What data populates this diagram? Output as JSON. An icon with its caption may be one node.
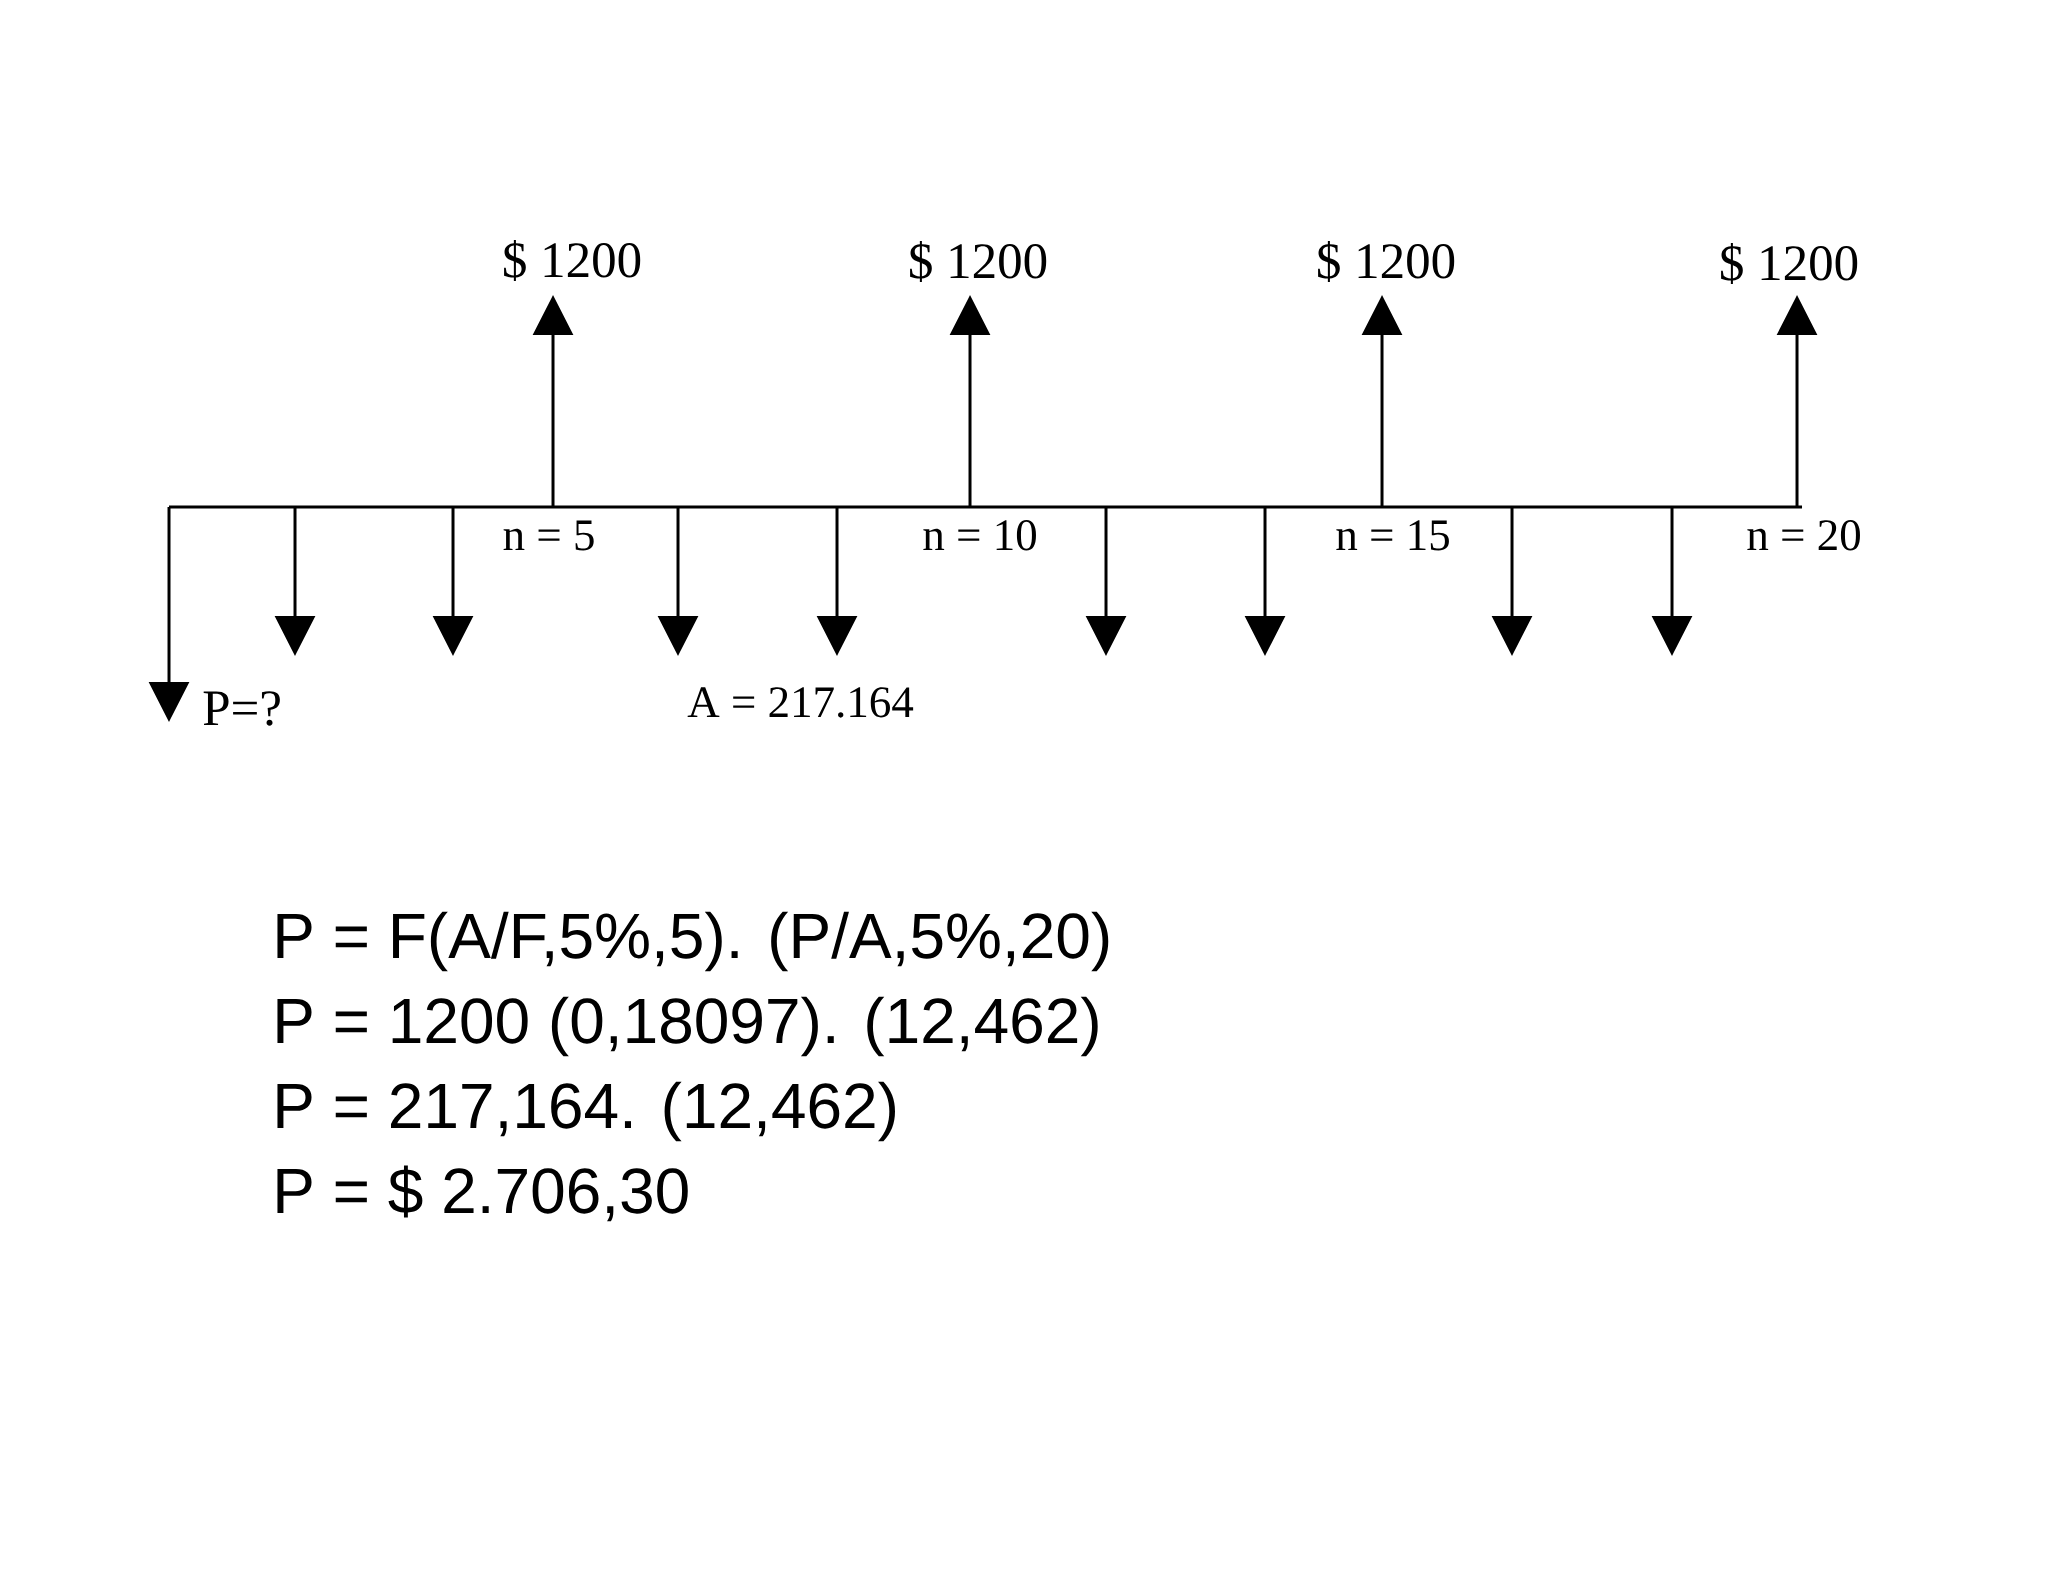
{
  "diagram": {
    "labels": [
      "$ 1200",
      "$ 1200",
      "$ 1200",
      "$ 1200",
      "n = 5",
      "n = 10",
      "n = 15",
      "n = 20",
      "P=?",
      "A = 217.164",
      "P = F(A/F,5%,5). (P/A,5%,20)",
      "P = 1200 (0,18097). (12,462)",
      "P = 217,164. (12,462)",
      "P = $ 2.706,30"
    ]
  }
}
